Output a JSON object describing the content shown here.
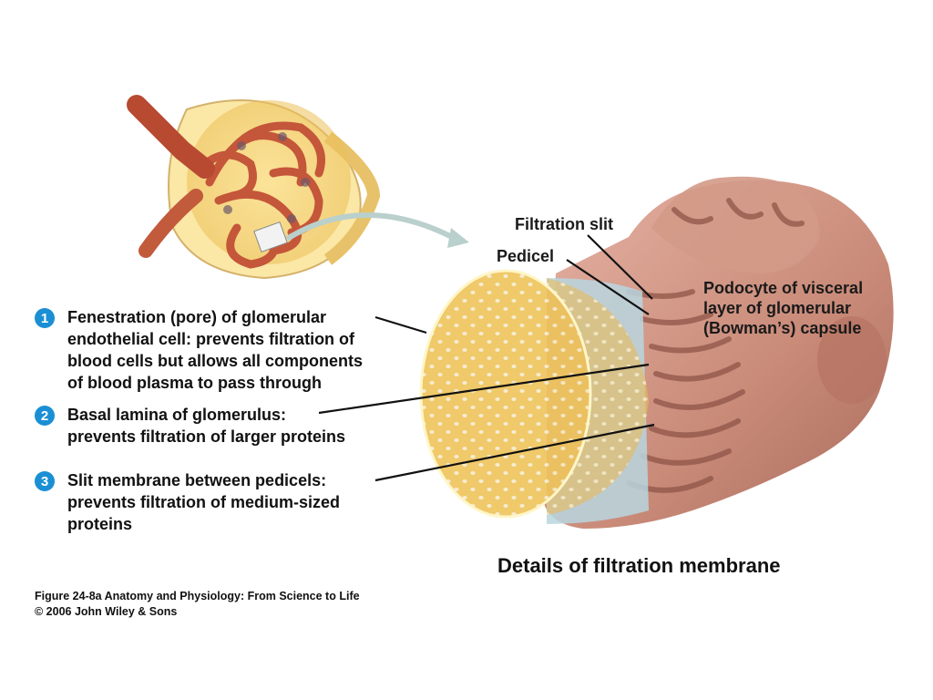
{
  "items": [
    {
      "number": "1",
      "lines": [
        "Fenestration (pore) of glomerular",
        "endothelial cell: prevents filtration of",
        "blood cells but allows all components",
        "of blood plasma to pass through"
      ]
    },
    {
      "number": "2",
      "lines": [
        "Basal lamina of glomerulus:",
        "prevents filtration of larger proteins"
      ]
    },
    {
      "number": "3",
      "lines": [
        "Slit membrane between pedicels:",
        "prevents filtration of medium-sized",
        "proteins"
      ]
    }
  ],
  "labels": {
    "filtration_slit": "Filtration slit",
    "pedicel": "Pedicel",
    "podocyte": [
      "Podocyte of visceral",
      "layer of glomerular",
      "(Bowman’s) capsule"
    ]
  },
  "title": "Details of filtration membrane",
  "caption": [
    "Figure 24-8a  Anatomy and Physiology: From Science to Life",
    "© 2006 John Wiley & Sons"
  ],
  "colors": {
    "badge": "#1b8fd4",
    "endothelium": "#f0c96a",
    "podocyte": "#c98a78",
    "basal_lamina": "#b9d6df"
  }
}
